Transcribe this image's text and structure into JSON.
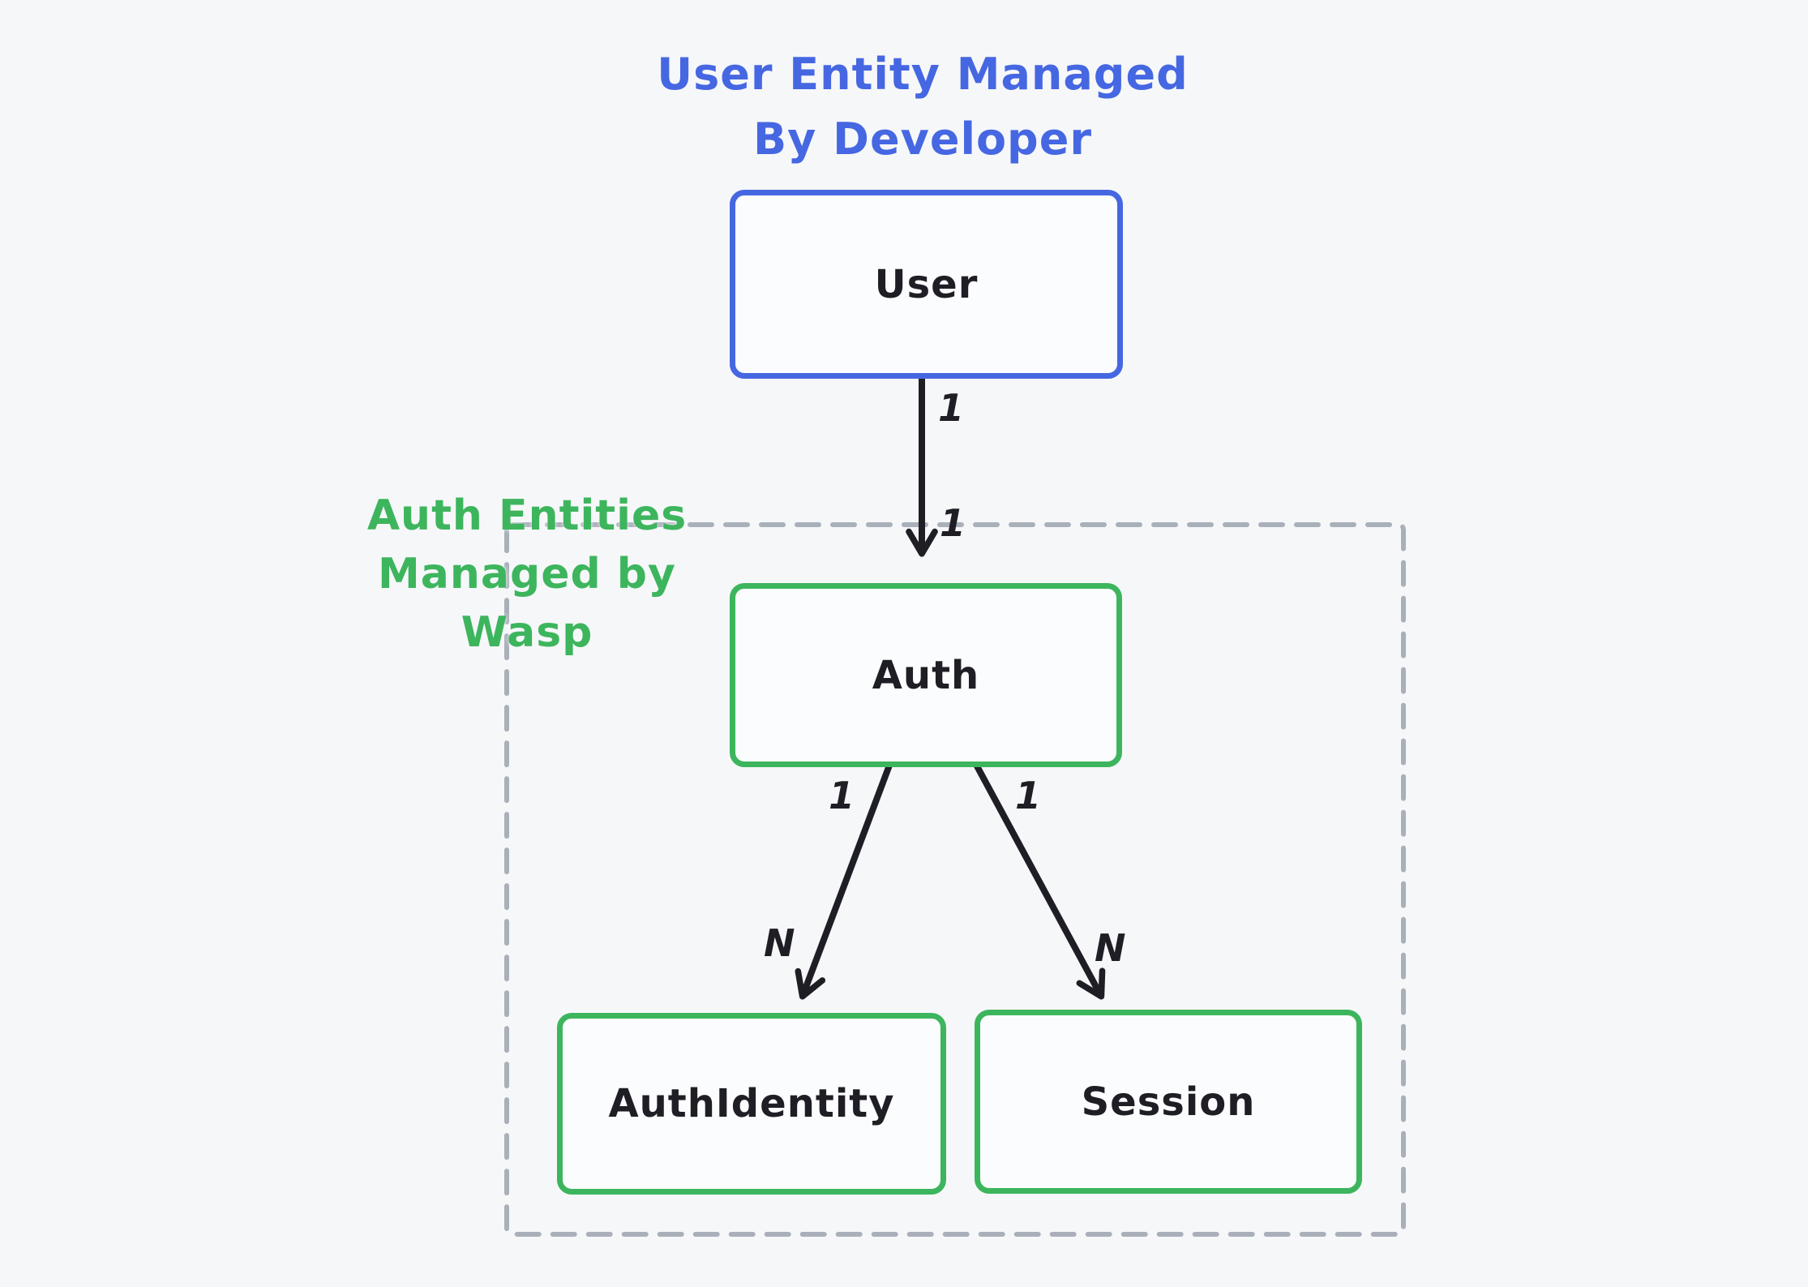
{
  "title": {
    "line1": "User Entity Managed",
    "line2": "By Developer"
  },
  "group": {
    "label_line1": "Auth Entities",
    "label_line2": "Managed by Wasp"
  },
  "nodes": {
    "user": {
      "label": "User"
    },
    "auth": {
      "label": "Auth"
    },
    "auth_identity": {
      "label": "AuthIdentity"
    },
    "session": {
      "label": "Session"
    }
  },
  "edges": {
    "user_auth": {
      "source_label": "1",
      "target_label": "1"
    },
    "auth_auth_identity": {
      "source_label": "1",
      "target_label": "N"
    },
    "auth_session": {
      "source_label": "1",
      "target_label": "N"
    }
  },
  "colors": {
    "background": "#f6f7f9",
    "blue": "#4667e2",
    "green": "#3db55d",
    "dashed_border": "#a9b0ba",
    "stroke": "#1e1e24",
    "node_fill": "#fbfcfd"
  }
}
